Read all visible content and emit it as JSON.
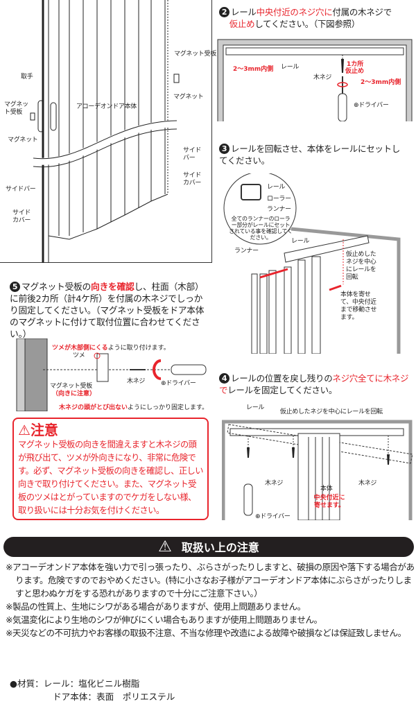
{
  "door_diagram": {
    "labels": {
      "magnet_plate_right": "マグネット受板",
      "handle": "取手",
      "magnet_plate_left": "マグネット受板",
      "door_body": "アコーデオンドア本体",
      "magnet_right": "マグネット",
      "magnet_left": "マグネット",
      "side_bar_right": "サイドバー",
      "side_cover_right": "サイドカバー",
      "side_bar_left": "サイドバー",
      "side_cover_left": "サイドカバー"
    }
  },
  "step2": {
    "number": "2",
    "text_a": "レール",
    "text_red": "中央付近のネジ穴に",
    "text_b": "付属の木ネジで",
    "text_red2": "仮止め",
    "text_c": "してください。（下図参照）",
    "labels": {
      "inner_left": "2〜3mm内側",
      "rail": "レール",
      "one_place": "1カ所",
      "temp_fix": "仮止め",
      "screw": "木ネジ",
      "inner_right": "2〜3mm内側",
      "driver": "⊕ドライバー"
    }
  },
  "step3": {
    "number": "3",
    "text": "レールを回転させ、本体をレールにセットしてください。",
    "labels": {
      "rail": "レール",
      "roller": "ローラー",
      "runner": "ランナー",
      "check": "全てのランナーのローラー部分がレールにセットされている事を確認してください。",
      "rail2": "レール",
      "runner2": "ランナー",
      "rotate": "仮止めしたネジを中心にレールを回転",
      "move": "本体を寄せて、中央付近まで移動させます。"
    }
  },
  "step4": {
    "number": "4",
    "text_a": "レールの位置を戻し残りの",
    "text_red": "ネジ穴全てに木ネジで",
    "text_b": "レールを固定してください。",
    "labels": {
      "rail": "レール",
      "rotate": "仮止めしたネジを中心にレールを回転",
      "screw_left": "木ネジ",
      "screw_right": "木ネジ",
      "body": "本体",
      "center": "中央付近に寄せます。",
      "driver": "⊕ドライバー"
    }
  },
  "step5": {
    "number": "5",
    "text_a": "マグネット受板の",
    "text_red": "向きを確認",
    "text_b": "し、柱面（木部）に前後2カ所（計4ケ所）を付属の木ネジでしっかり固定してください。（マグネット受板をドア本体のマグネットに付けて取付位置に合わせてください。）",
    "labels": {
      "claw_red": "ツメが木部側にくる",
      "claw_tail": "ように取り付けます。",
      "claw": "ツメ",
      "plate": "マグネット受板",
      "plate_note": "（向きに注意）",
      "screw": "木ネジ",
      "driver": "⊕ドライバー",
      "head_red": "木ネジの頭がとび出ない",
      "head_tail": "ようにしっかり固定します。"
    }
  },
  "caution": {
    "title": "注意",
    "body": "マグネット受板の向きを間違えますと木ネジの頭が飛び出て、ツメが外向きになり、非常に危険です。必ず、マグネット受板の向きを確認し、正しい向きで取り付けてください。また、マグネット受板のツメはとがっていますのでケガをしない様、取り扱いには十分お気を付けください。"
  },
  "handling": {
    "title": "取扱い上の注意",
    "notes": [
      "※アコーデオンドア本体を強い力で引っ張ったり、ぶらさがったりしますと、破損の原因や落下する場合があります。危険ですのでおやめください。(特に小さなお子様がアコーデオンドア本体にぶらさがったりしますと思わぬケガをする恐れがありますので十分にご注意下さい。）",
      "※製品の性質上、生地にシワがある場合がありますが、使用上問題ありません。",
      "※気温変化により生地のシワが伸びにくい場合もありますが使用上問題ありません。",
      "※天災などの不可抗力やお客様の取扱不注意、不当な修理や改造による故障や破損などは保証致しません。"
    ]
  },
  "materials": {
    "label": "●材質：",
    "rail_label": "レール：",
    "rail_value": "塩化ビニル樹脂",
    "body_label": "ドア本体：",
    "body_value": "表面　ポリエステル"
  },
  "colors": {
    "accent": "#e8242c",
    "banner": "#231f20"
  }
}
